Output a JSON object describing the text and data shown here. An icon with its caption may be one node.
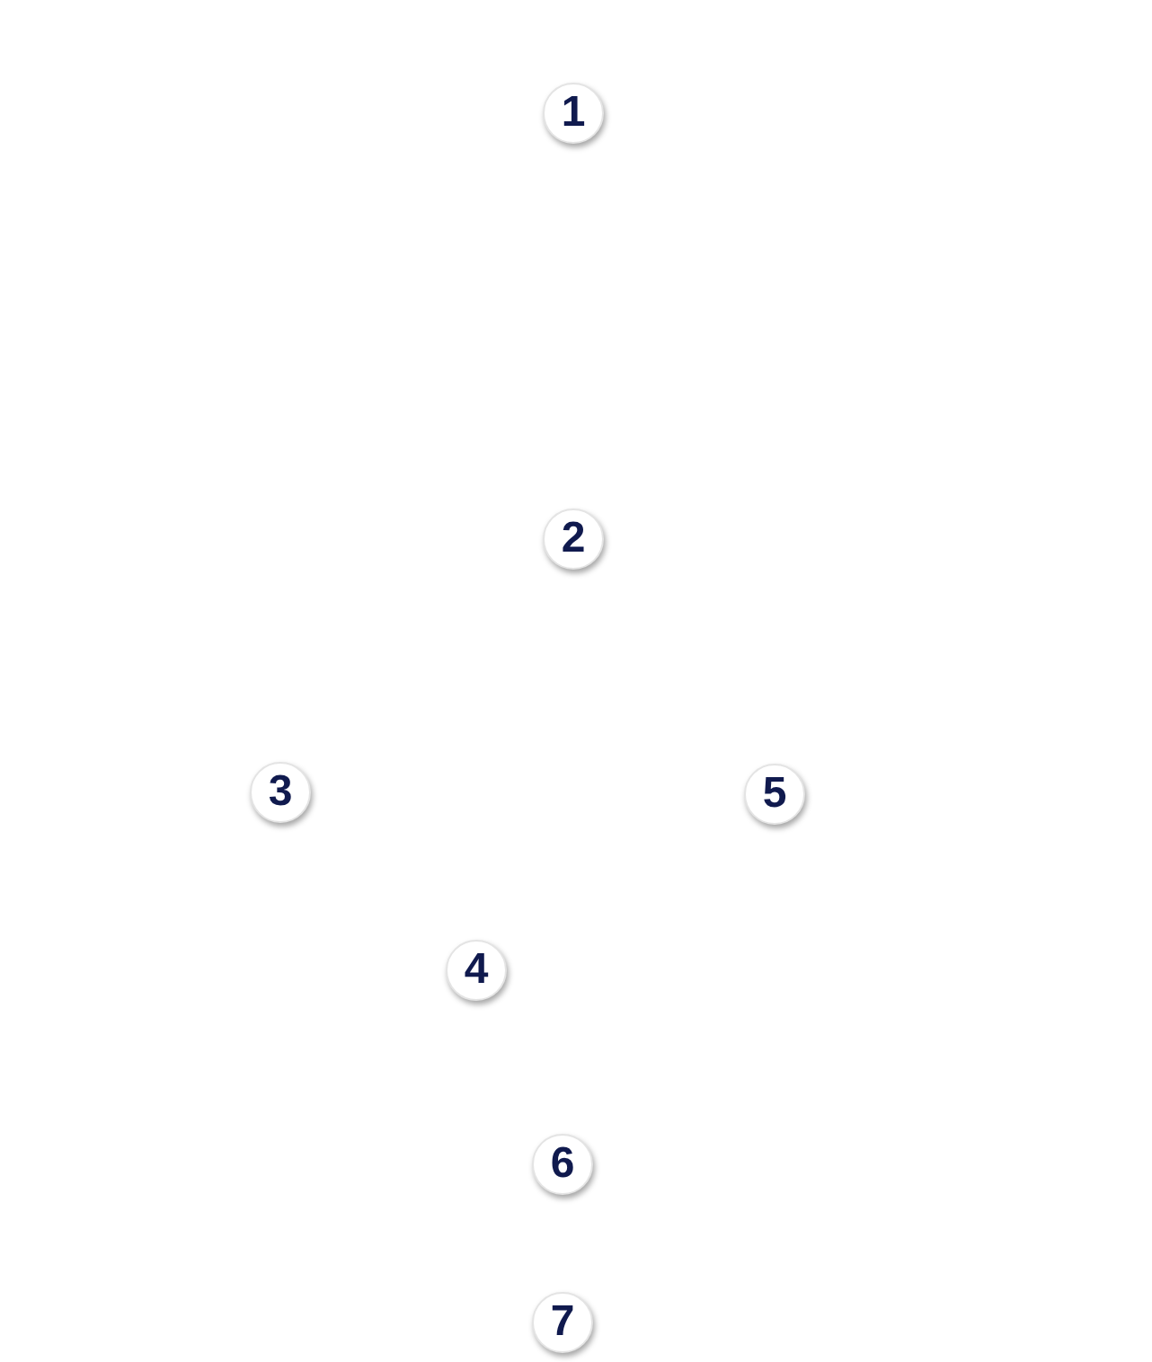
{
  "diagram": {
    "nodes": [
      {
        "text": [
          "1"
        ]
      },
      {
        "text": [
          "2"
        ]
      },
      {
        "text": [
          "3"
        ]
      },
      {
        "text": [
          "5"
        ]
      },
      {
        "text": [
          "4"
        ]
      },
      {
        "text": [
          "6"
        ]
      },
      {
        "text": [
          "7"
        ]
      }
    ],
    "edges": []
  }
}
